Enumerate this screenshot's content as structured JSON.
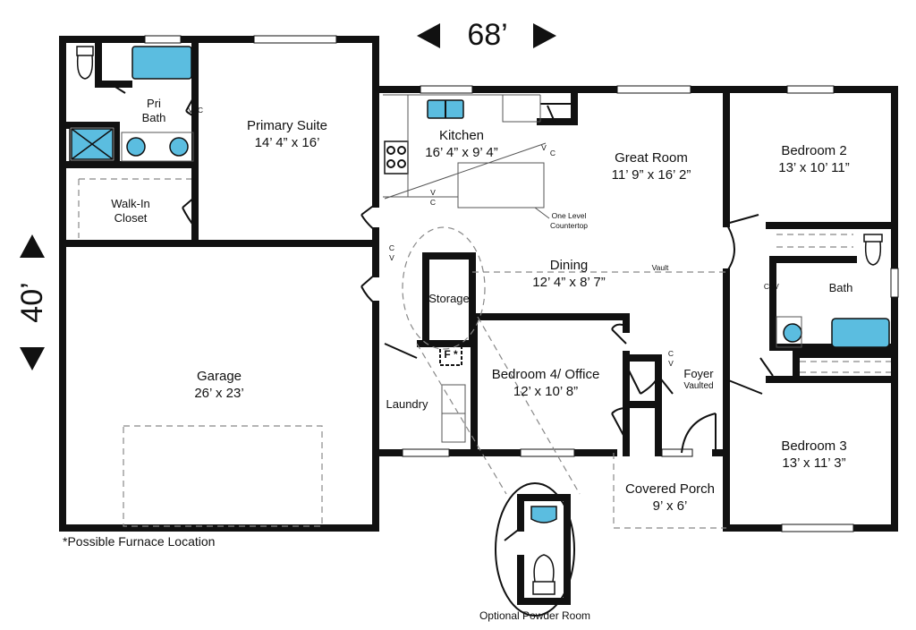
{
  "dimensions": {
    "width": "68’",
    "depth": "40’"
  },
  "rooms": {
    "primary_suite": {
      "name": "Primary Suite",
      "size": "14’ 4” x 16’"
    },
    "pri_bath": {
      "name": "Pri\nBath"
    },
    "walk_in_closet": {
      "name": "Walk-In\nCloset"
    },
    "garage": {
      "name": "Garage",
      "size": "26’ x 23’"
    },
    "kitchen": {
      "name": "Kitchen",
      "size": "16’ 4” x 9’ 4”"
    },
    "great_room": {
      "name": "Great Room",
      "size": "11’ 9” x 16’ 2”"
    },
    "dining": {
      "name": "Dining",
      "size": "12’ 4” x 8’ 7”"
    },
    "storage": {
      "name": "Storage"
    },
    "bedroom_4_office": {
      "name": "Bedroom 4/ Office",
      "size": "12’ x 10’ 8”"
    },
    "laundry": {
      "name": "Laundry"
    },
    "foyer": {
      "name": "Foyer",
      "note": "Vaulted"
    },
    "bedroom_2": {
      "name": "Bedroom 2",
      "size": "13’ x 10’ 11”"
    },
    "bath": {
      "name": "Bath"
    },
    "bedroom_3": {
      "name": "Bedroom 3",
      "size": "13’ x 11’ 3”"
    },
    "covered_porch": {
      "name": "Covered Porch",
      "size": "9’ x 6’"
    }
  },
  "annotations": {
    "countertop": "One Level\nCountertop",
    "vault": "Vault",
    "furnace_mark": "F *",
    "vc": "V",
    "cv": "C",
    "furnace_note": "*Possible Furnace Location",
    "powder_room": "Optional Powder Room"
  },
  "colors": {
    "wall": "#111111",
    "fixture": "#5bbde0",
    "dashed": "#888888"
  }
}
